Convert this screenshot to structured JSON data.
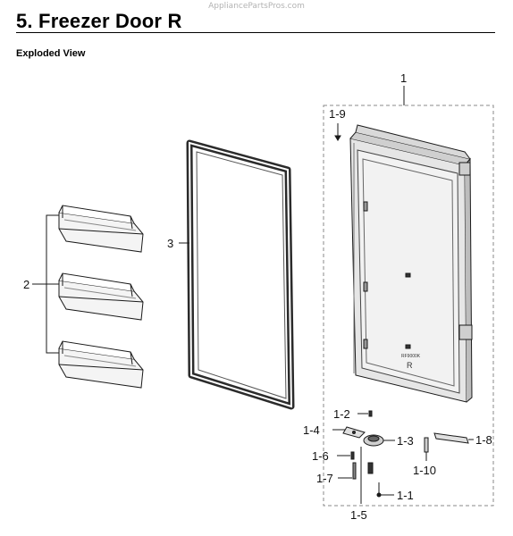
{
  "watermark": "AppliancePartsPros.com",
  "header": {
    "title": "5.  Freezer Door R",
    "subtitle": "Exploded View"
  },
  "door_marks": {
    "code": "RF9000K",
    "side": "R"
  },
  "callouts": [
    "1",
    "1-9",
    "2",
    "3",
    "1-2",
    "1-4",
    "1-3",
    "1-8",
    "1-6",
    "1-10",
    "1-7",
    "1-1",
    "1-5"
  ],
  "colors": {
    "line": "#1a1a1a",
    "gasket": "#3a3a3a",
    "shade": "#d9d9d9"
  }
}
